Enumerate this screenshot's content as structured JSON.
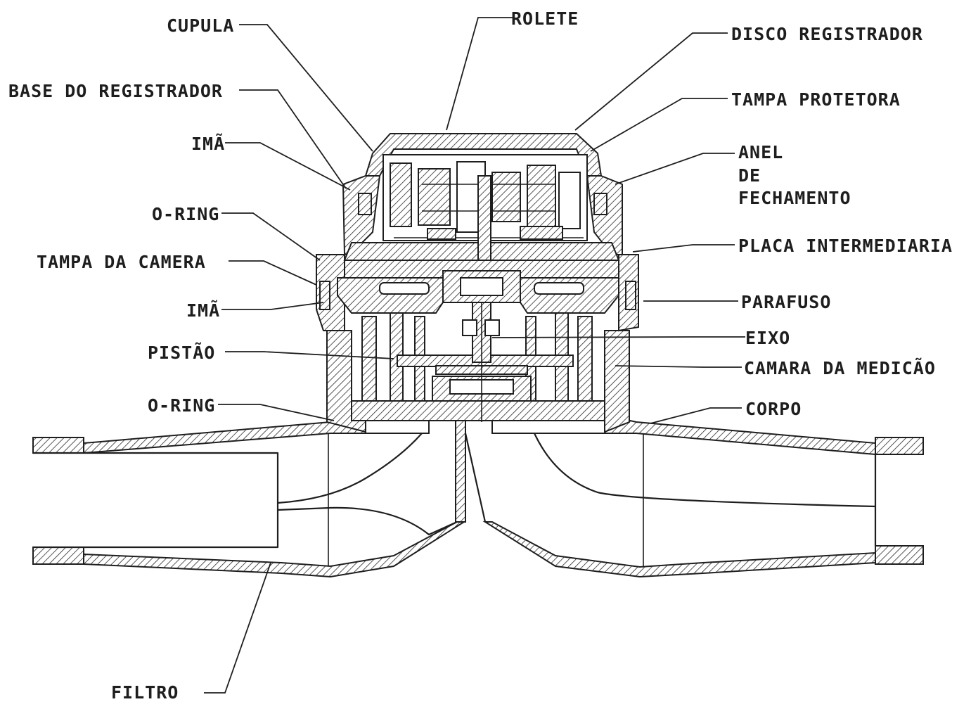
{
  "diagram": {
    "labels": {
      "cupula": "CUPULA",
      "rolete": "ROLETE",
      "disco_registrador": "DISCO REGISTRADOR",
      "base_do_registrador": "BASE DO REGISTRADOR",
      "tampa_protetora": "TAMPA PROTETORA",
      "ima_upper": "IMÃ",
      "anel_line1": "ANEL",
      "anel_line2": "DE",
      "anel_line3": "FECHAMENTO",
      "o_ring_upper": "O-RING",
      "tampa_da_camera": "TAMPA DA CAMERA",
      "placa_intermediaria": "PLACA INTERMEDIARIA",
      "ima_lower": "IMÃ",
      "parafuso": "PARAFUSO",
      "eixo": "EIXO",
      "pistao": "PISTÃO",
      "camara_da_medicao": "CAMARA DA MEDICÃO",
      "o_ring_lower": "O-RING",
      "corpo": "CORPO",
      "filtro": "FILTRO"
    }
  }
}
